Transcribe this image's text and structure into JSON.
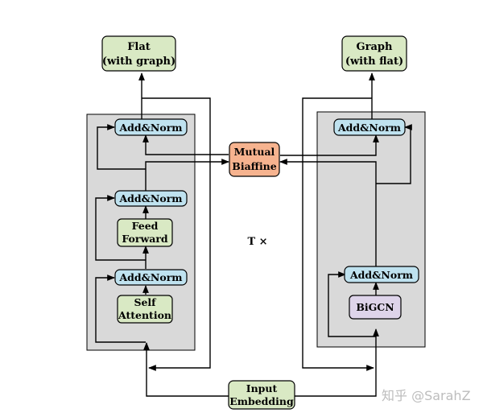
{
  "colors": {
    "green": "#d9e9c4",
    "blue": "#bfe2ef",
    "orange": "#f6b38f",
    "purple": "#ded4ea",
    "panel": "#d9d9d9",
    "stroke": "#000000"
  },
  "diagram": {
    "flat_output": {
      "line1": "Flat",
      "line2": "(with graph)"
    },
    "graph_output": {
      "line1": "Graph",
      "line2": "(with flat)"
    },
    "left_addnorm_top": "Add&Norm",
    "left_addnorm_mid": "Add&Norm",
    "left_addnorm_bottom": "Add&Norm",
    "feed_forward": {
      "line1": "Feed",
      "line2": "Forward"
    },
    "self_attention": {
      "line1": "Self",
      "line2": "Attention"
    },
    "mutual_biaffine": {
      "line1": "Mutual",
      "line2": "Biaffine"
    },
    "right_addnorm_top": "Add&Norm",
    "right_addnorm_bottom": "Add&Norm",
    "bigcn": "BiGCN",
    "repeat_label": "T ×",
    "input_embedding": {
      "line1": "Input",
      "line2": "Embedding"
    }
  },
  "watermark": "知乎 @SarahZ"
}
